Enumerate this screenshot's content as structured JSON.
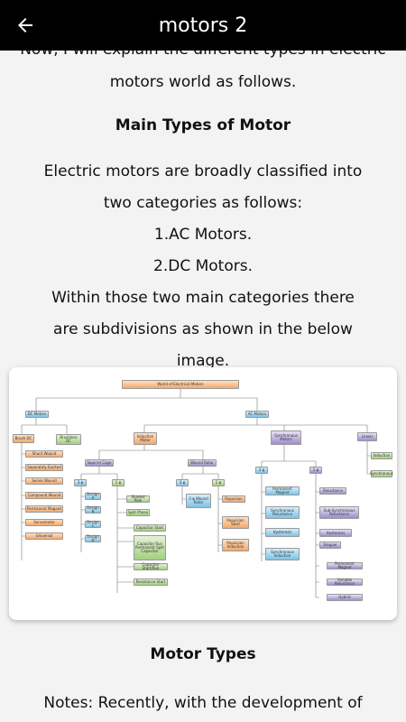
{
  "appbar": {
    "title": "motors 2",
    "back_icon": "arrow-left-icon"
  },
  "content": {
    "intro_partial": "Now, I will explain the different types in electric",
    "intro_end": "motors world as follows.",
    "heading_main_types": "Main Types of Motor",
    "para1": "Electric motors are broadly classified into two categories as follows:",
    "item_ac": "1.AC Motors.",
    "item_dc": "2.DC Motors.",
    "para2": "Within those two main categories there are subdivisions as shown in the below image.",
    "heading_motor_types": "Motor Types",
    "notes_partial": "Notes: Recently, with the development of"
  },
  "diagram": {
    "root": "World of Electrical Motors",
    "dc": "DC Motors",
    "ac": "AC Motors",
    "brush": "Brush DC",
    "brushless": "Brushless DC",
    "brush_children": [
      "Shunt Wound",
      "Separately Excited",
      "Series Wound",
      "Compound Wound",
      "Permanent Magnet",
      "Servomotor",
      "Universal"
    ],
    "induction": "Induction Motor",
    "synchronous": "Synchronous Motors",
    "linear": "Linear",
    "squirrel": "Squirrel Cage",
    "wound": "Wound Rotor",
    "ph3": "3 φ",
    "ph1": "1 φ",
    "designs": [
      "Design A",
      "Design B",
      "Design C",
      "Design D"
    ],
    "single_phase": [
      "Shaded Pole",
      "Split Phase",
      "Capacitor Start",
      "Capacitor Run Permanent Split Capacitor",
      "Capacitor Start/Run",
      "Resistance Start"
    ],
    "wound_children": [
      "3 φ Wound Rotor",
      "Repulsion",
      "Repulsion Start",
      "Repulsion Induction"
    ],
    "sync3": [
      "Permanent Magnet",
      "Synchronous Reluctance",
      "Hysteresis",
      "Synchronous Induction"
    ],
    "sync1": [
      "Reluctance",
      "Sub-Synchronous Reluctance",
      "Hysteresis",
      "Stepper",
      "Permanent Magnet",
      "Variable Reluctance",
      "Hybrid"
    ],
    "linear_children": [
      "Induction",
      "Synchronous"
    ]
  }
}
